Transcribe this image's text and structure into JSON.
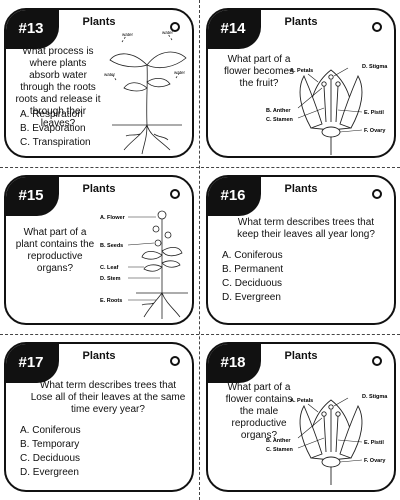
{
  "cards": [
    {
      "number": "#13",
      "title": "Plants",
      "question": "What process is where plants absorb water through the roots roots and release it through their leaves?",
      "answers": [
        "A. Respiration",
        "B. Evaporation",
        "C. Transpiration"
      ],
      "diagram_labels": [
        "water",
        "water",
        "water",
        "water"
      ]
    },
    {
      "number": "#14",
      "title": "Plants",
      "question": "What part of a flower becomes the fruit?",
      "diagram_labels": [
        "A. Petals",
        "D. Stigma",
        "B. Anther",
        "C. Stamen",
        "E. Pistil",
        "F. Ovary"
      ]
    },
    {
      "number": "#15",
      "title": "Plants",
      "question": "What part of a plant contains the reproductive organs?",
      "diagram_labels": [
        "A. Flower",
        "B. Seeds",
        "C. Leaf",
        "D. Stem",
        "E. Roots"
      ]
    },
    {
      "number": "#16",
      "title": "Plants",
      "question": "What term describes trees that keep their leaves all year long?",
      "answers": [
        "A. Coniferous",
        "B. Permanent",
        "C. Deciduous",
        "D. Evergreen"
      ]
    },
    {
      "number": "#17",
      "title": "Plants",
      "question": "What term describes trees that Lose all of their leaves at the same time every year?",
      "answers": [
        "A. Coniferous",
        "B. Temporary",
        "C. Deciduous",
        "D. Evergreen"
      ]
    },
    {
      "number": "#18",
      "title": "Plants",
      "question": "What part of a flower contains the male reproductive organs?",
      "diagram_labels": [
        "A. Petals",
        "D. Stigma",
        "B. Anther",
        "C. Stamen",
        "E. Pistil",
        "F. Ovary"
      ]
    }
  ]
}
